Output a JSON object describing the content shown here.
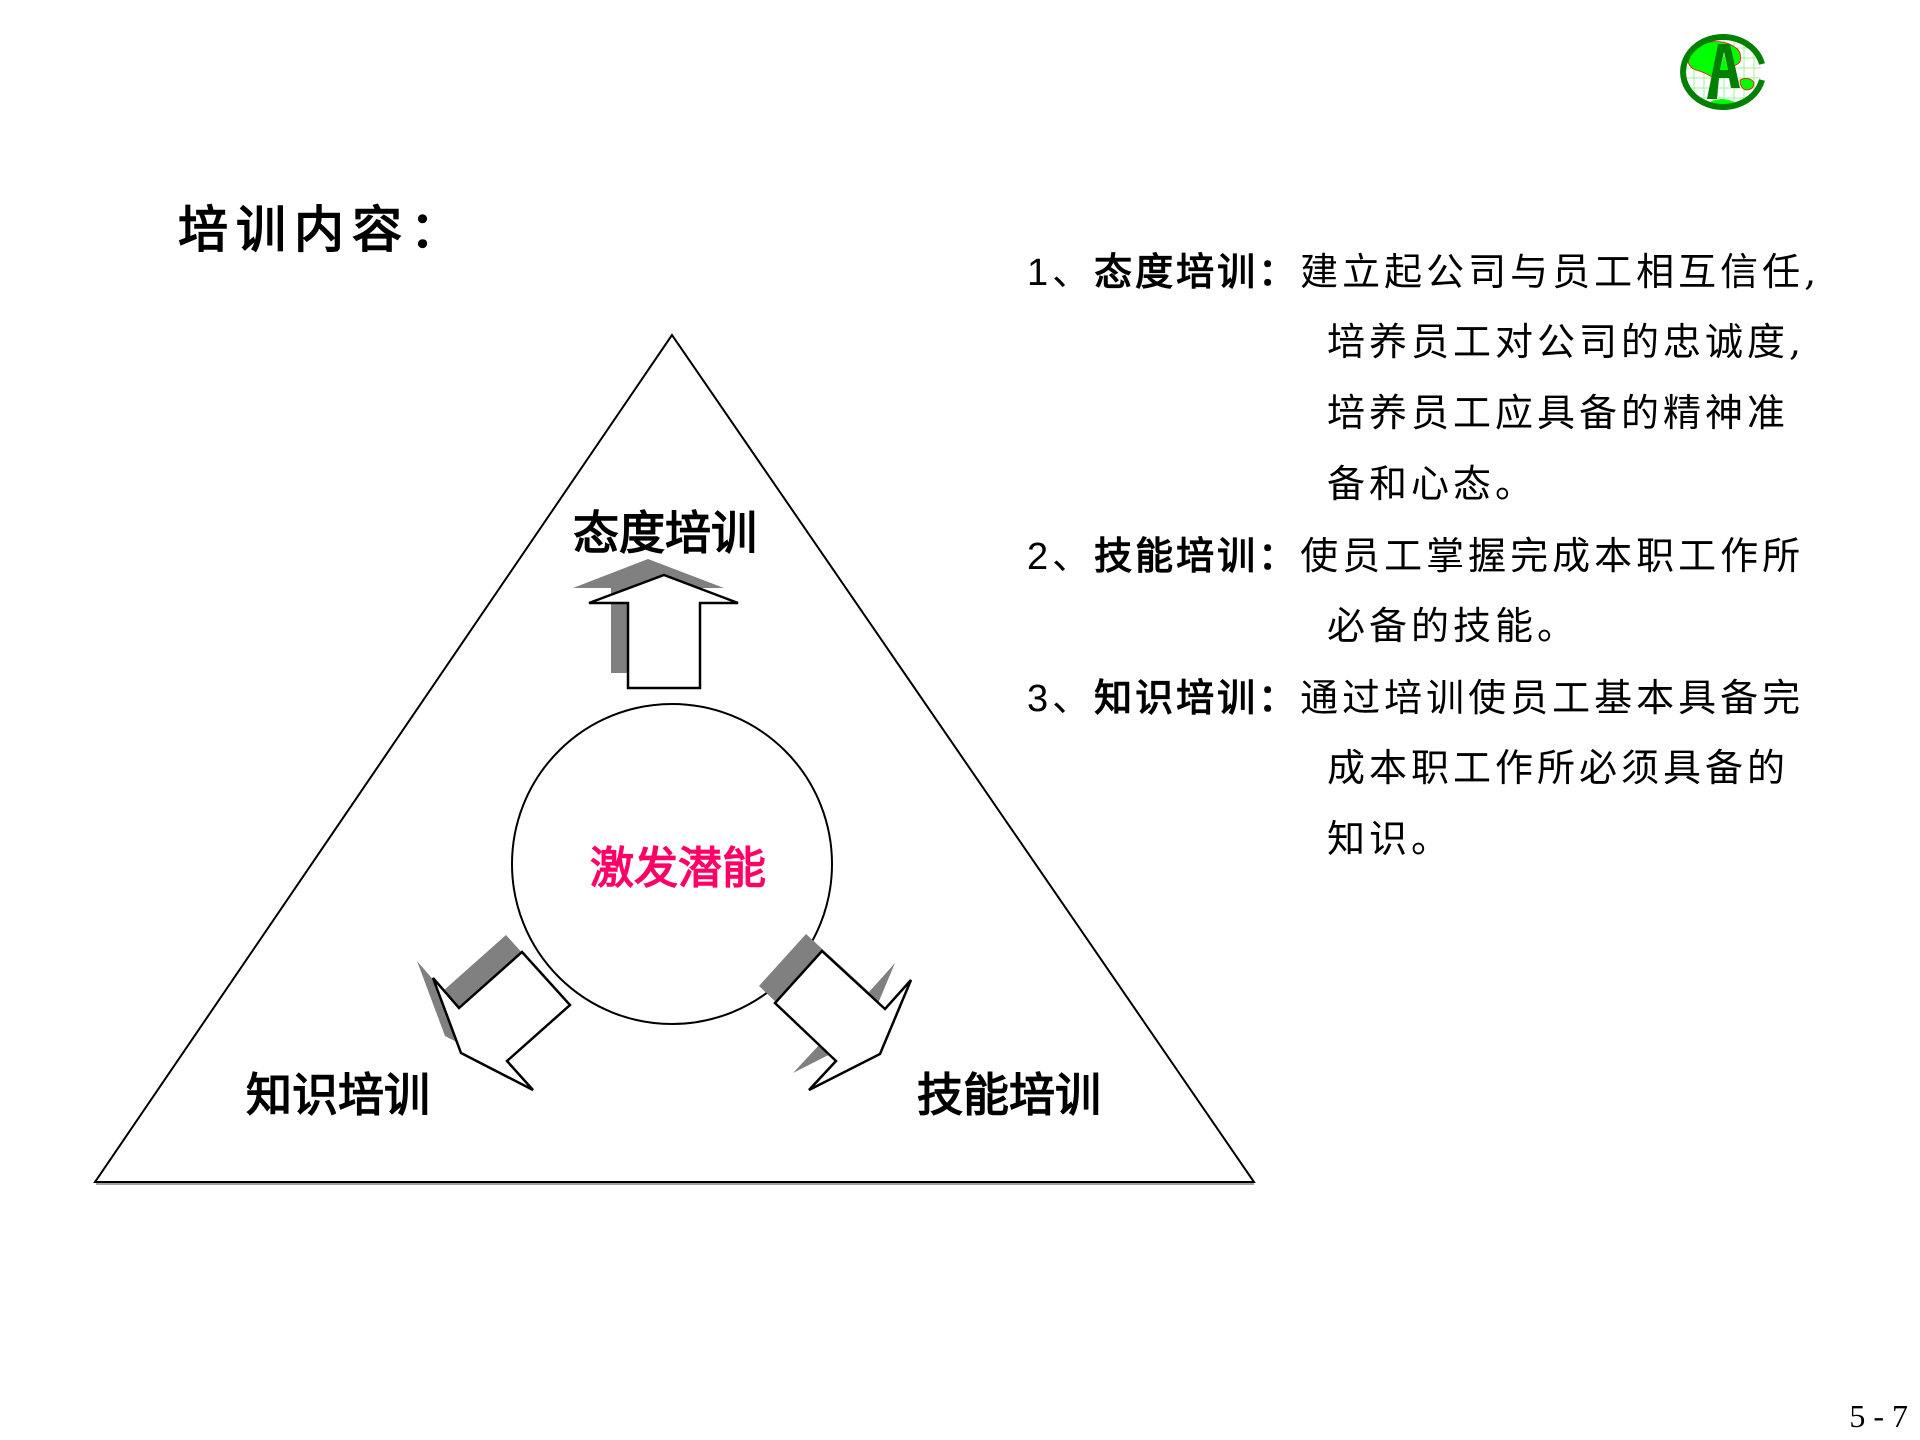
{
  "slide": {
    "title": "培训内容：",
    "page_number": "5 - 7"
  },
  "logo": {
    "letter": "A",
    "ring_color": "#008000",
    "land_color": "#00ff00",
    "coast_color": "#ff0000"
  },
  "diagram": {
    "center_label": "激发潜能",
    "center_label_color": "#ff0066",
    "top_label": "态度培训",
    "bottom_left_label": "知识培训",
    "bottom_right_label": "技能培训",
    "shadow_color": "#808080"
  },
  "items": [
    {
      "number": "1、",
      "heading": "态度培训",
      "colon": "：",
      "lines": [
        "建立起公司与员工相互信任,",
        "培养员工对公司的忠诚度,",
        "培养员工应具备的精神准",
        "备和心态。"
      ]
    },
    {
      "number": "2、",
      "heading": "技能培训",
      "colon": "：",
      "lines": [
        "使员工掌握完成本职工作所",
        "必备的技能。"
      ]
    },
    {
      "number": "3、",
      "heading": "知识培训",
      "colon": "：",
      "lines": [
        "通过培训使员工基本具备完",
        "成本职工作所必须具备的",
        "知识。"
      ]
    }
  ]
}
